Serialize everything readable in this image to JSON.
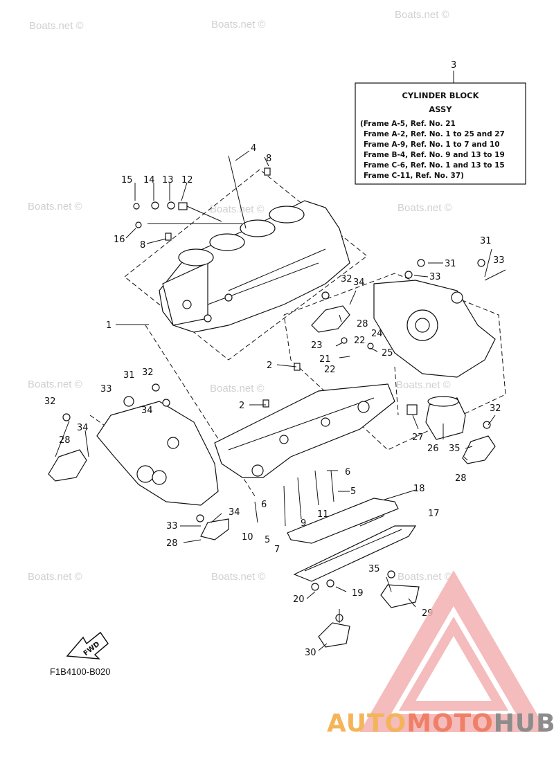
{
  "watermark": "Boats.net ©",
  "diagram_code": "F1B4100-B020",
  "fwd_label": "FWD",
  "box": {
    "ref": "3",
    "title": "CYLINDER BLOCK",
    "subtitle": "ASSY",
    "lines": [
      "(Frame A-5,  Ref. No. 21",
      "Frame A-2,  Ref. No. 1 to 25 and 27",
      "Frame A-9,  Ref. No. 1 to 7 and 10",
      "Frame B-4,  Ref. No. 9 and 13 to 19",
      "Frame C-6,  Ref. No. 1 and 13 to 15",
      "Frame C-11, Ref. No. 37)"
    ]
  },
  "brand": {
    "part1": "AUTO",
    "part2": "MOTO",
    "part3": "HUB"
  },
  "callouts": [
    "1",
    "2",
    "2",
    "4",
    "5",
    "5",
    "6",
    "6",
    "7",
    "8",
    "8",
    "9",
    "10",
    "11",
    "12",
    "13",
    "14",
    "15",
    "16",
    "17",
    "18",
    "19",
    "20",
    "21",
    "22",
    "22",
    "23",
    "24",
    "25",
    "26",
    "27",
    "28",
    "28",
    "28",
    "28",
    "29",
    "30",
    "31",
    "31",
    "31",
    "32",
    "32",
    "32",
    "32",
    "33",
    "33",
    "33",
    "33",
    "34",
    "34",
    "34",
    "34",
    "35",
    "35"
  ]
}
